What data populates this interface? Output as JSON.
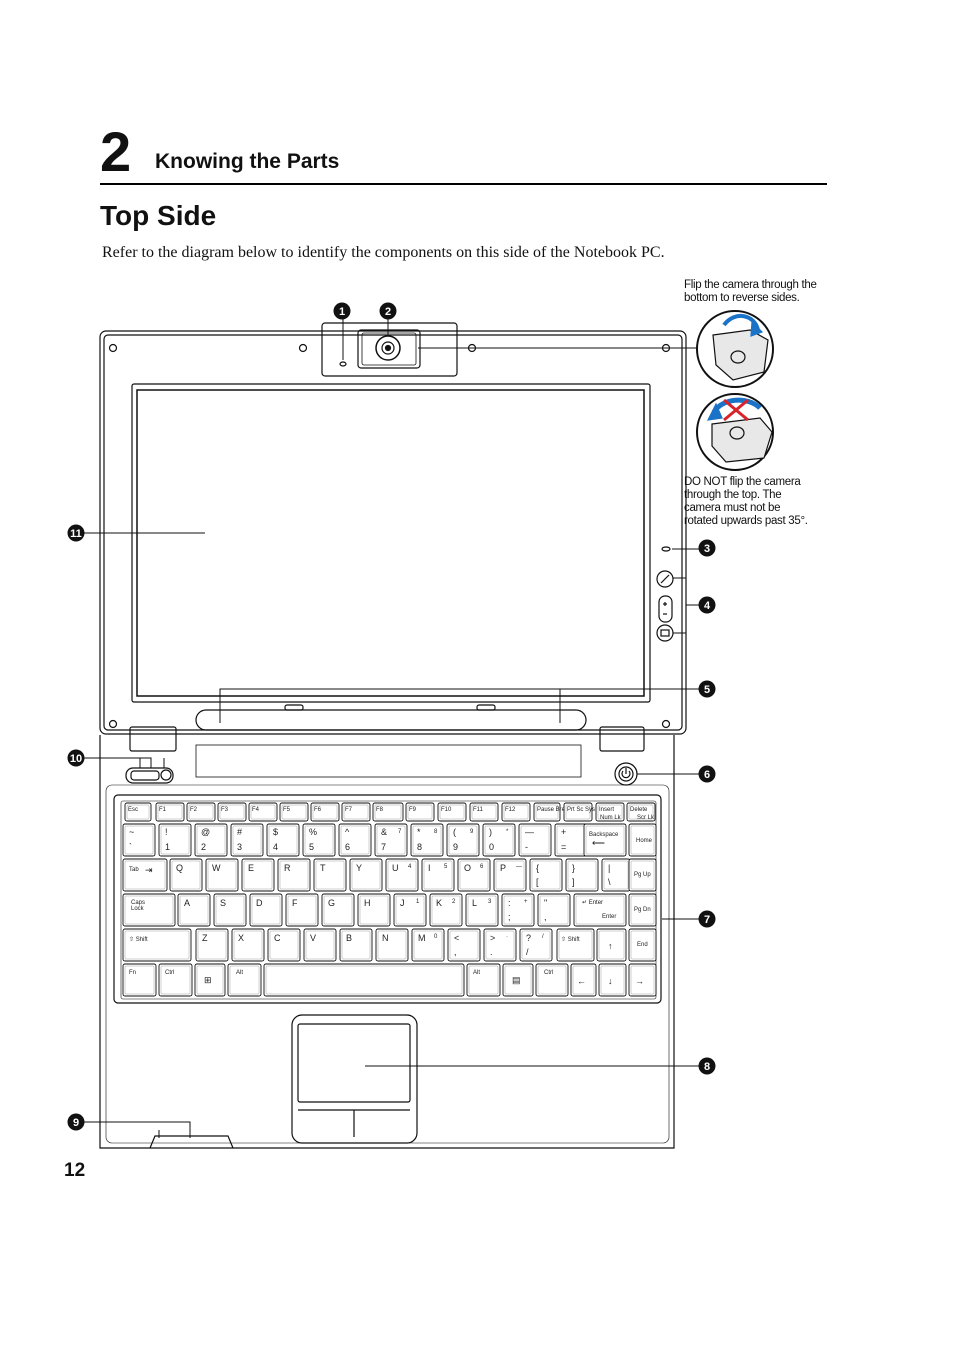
{
  "chapter": {
    "number": "2",
    "title": "Knowing the Parts"
  },
  "page_title": "Top Side",
  "intro": "Refer to the diagram below to identify the components on this side of the Notebook PC.",
  "notes": {
    "flip_ok": [
      "Flip the camera through the",
      "bottom to reverse sides."
    ],
    "flip_bad": [
      "DO NOT flip the camera",
      "through the top. The",
      "camera must not be",
      "rotated upwards past 35°."
    ]
  },
  "callouts": [
    "1",
    "2",
    "3",
    "4",
    "5",
    "6",
    "7",
    "8",
    "9",
    "10",
    "11"
  ],
  "keyboard": {
    "fn_row": [
      "Esc",
      "F1",
      "F2",
      "F3",
      "F4",
      "F5",
      "F6",
      "F7",
      "F8",
      "F9",
      "F10",
      "F11",
      "F12",
      "Pause Break",
      "Prt Sc Sys Rq",
      "Insert",
      "Delete"
    ],
    "fn_sub": {
      "insert": "Num Lk",
      "delete": "Scr Lk"
    },
    "num_row_top": [
      "~",
      "!",
      "@",
      "#",
      "$",
      "%",
      "^",
      "&",
      "*",
      "(",
      ")",
      "—",
      "+"
    ],
    "num_row_bottom": [
      "`",
      "1",
      "2",
      "3",
      "4",
      "5",
      "6",
      "7",
      "8",
      "9",
      "0",
      "-",
      "="
    ],
    "num_row_numpad": [
      "",
      "",
      "",
      "",
      "",
      "",
      "",
      "7",
      "8",
      "9",
      "*",
      "",
      ""
    ],
    "backspace": "Backspace",
    "home": "Home",
    "row_q": [
      "Q",
      "W",
      "E",
      "R",
      "T",
      "Y",
      "U",
      "I",
      "O",
      "P",
      "{",
      "}",
      "|"
    ],
    "row_q_bottom": [
      "",
      "",
      "",
      "",
      "",
      "",
      "",
      "",
      "",
      "",
      "[",
      "]",
      "\\"
    ],
    "row_q_numpad": [
      "",
      "",
      "",
      "",
      "",
      "",
      "4",
      "5",
      "6",
      "—",
      "",
      "",
      ""
    ],
    "tab": "Tab",
    "pgup": "Pg Up",
    "row_a": [
      "A",
      "S",
      "D",
      "F",
      "G",
      "H",
      "J",
      "K",
      "L",
      ":",
      "\""
    ],
    "row_a_bottom": [
      "",
      "",
      "",
      "",
      "",
      "",
      "",
      "",
      "",
      ";",
      ","
    ],
    "row_a_numpad": [
      "",
      "",
      "",
      "",
      "",
      "",
      "1",
      "2",
      "3",
      "+",
      ""
    ],
    "caps": "Caps Lock",
    "enter": "Enter",
    "enter_sub": "Enter",
    "pgdn": "Pg Dn",
    "row_z": [
      "Z",
      "X",
      "C",
      "V",
      "B",
      "N",
      "M",
      "<",
      ">",
      "?"
    ],
    "row_z_bottom": [
      "",
      "",
      "",
      "",
      "",
      "",
      "",
      ",",
      ".",
      "/"
    ],
    "row_z_numpad": [
      "",
      "",
      "",
      "",
      "",
      "",
      "0",
      "",
      "·",
      "/"
    ],
    "shift": "Shift",
    "end": "End",
    "fn": "Fn",
    "ctrl": "Ctrl",
    "alt": "Alt",
    "arrow_up": "↑",
    "arrow_down": "↓",
    "arrow_left": "←",
    "arrow_right": "→"
  },
  "page_number": "12",
  "colors": {
    "callout": "#111111",
    "line": "#111111"
  }
}
